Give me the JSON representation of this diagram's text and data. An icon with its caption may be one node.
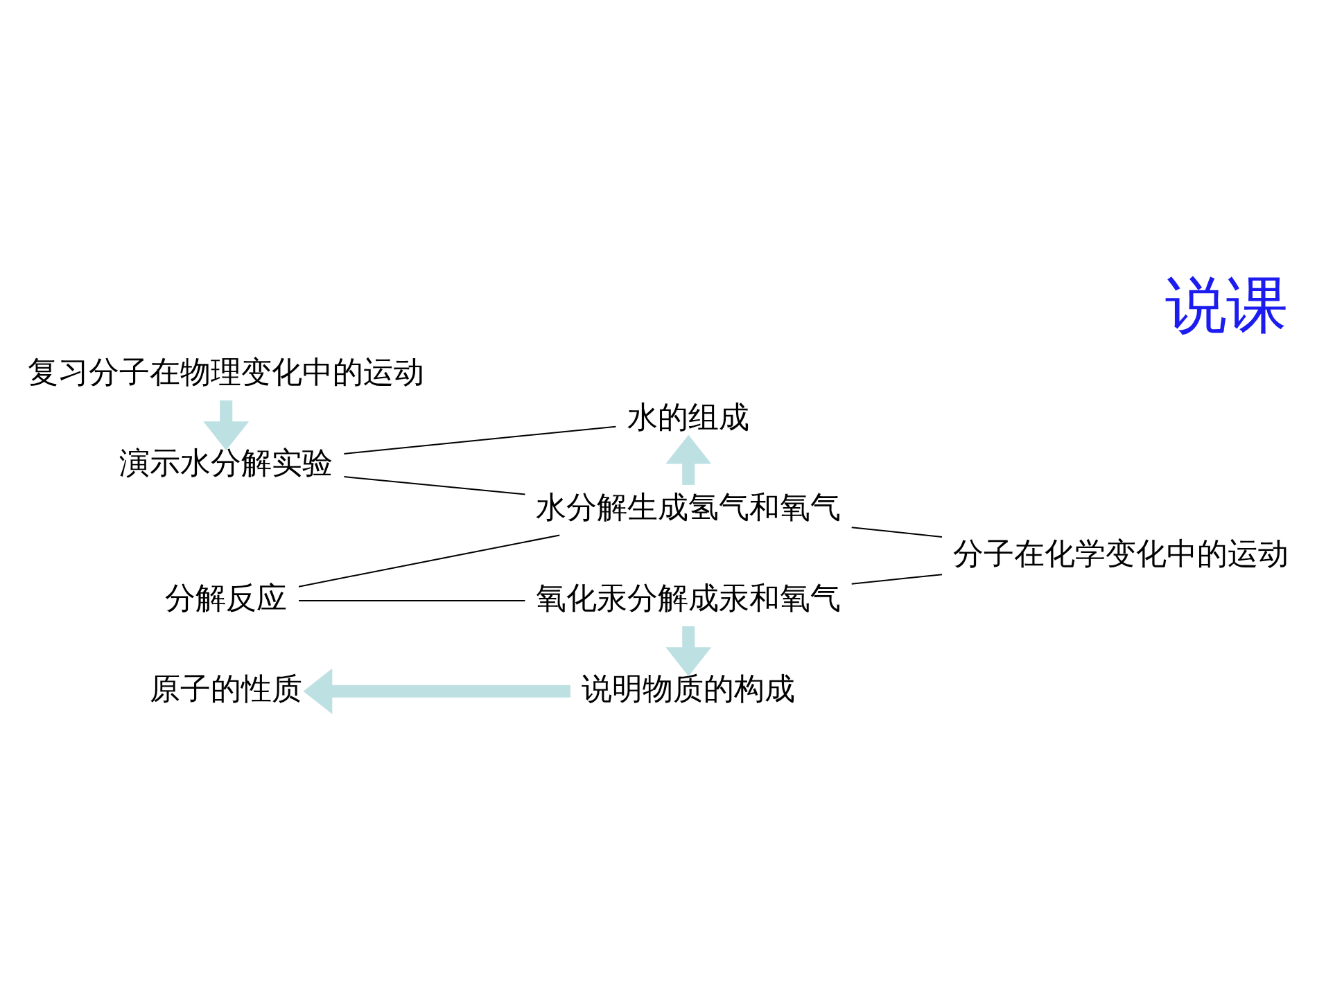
{
  "diagram": {
    "title": "说课",
    "nodes": [
      {
        "text": [
          "复习分子在物理变化中的运动"
        ]
      },
      {
        "text": [
          "演示水分解实验"
        ]
      },
      {
        "text": [
          "水的组成"
        ]
      },
      {
        "text": [
          "水分解生成氢气和氧气"
        ]
      },
      {
        "text": [
          "分解反应"
        ]
      },
      {
        "text": [
          "氧化汞分解成汞和氧气"
        ]
      },
      {
        "text": [
          "分子在化学变化中的运动"
        ]
      },
      {
        "text": [
          "说明物质的构成"
        ]
      },
      {
        "text": [
          "原子的性质"
        ]
      }
    ],
    "edges": [
      {
        "from": 0,
        "to": 1,
        "arrow": "to",
        "style": "thick",
        "color": "#bde0e3"
      },
      {
        "from": 1,
        "to": 2,
        "arrow": "none"
      },
      {
        "from": 1,
        "to": 3,
        "arrow": "none"
      },
      {
        "from": 3,
        "to": 2,
        "arrow": "to",
        "style": "thick",
        "color": "#bde0e3"
      },
      {
        "from": 4,
        "to": 3,
        "arrow": "none"
      },
      {
        "from": 4,
        "to": 5,
        "arrow": "none"
      },
      {
        "from": 3,
        "to": 6,
        "arrow": "none"
      },
      {
        "from": 5,
        "to": 6,
        "arrow": "none"
      },
      {
        "from": 5,
        "to": 7,
        "arrow": "to",
        "style": "thick",
        "color": "#bde0e3"
      },
      {
        "from": 7,
        "to": 8,
        "arrow": "to",
        "style": "thick",
        "color": "#bde0e3"
      }
    ]
  }
}
